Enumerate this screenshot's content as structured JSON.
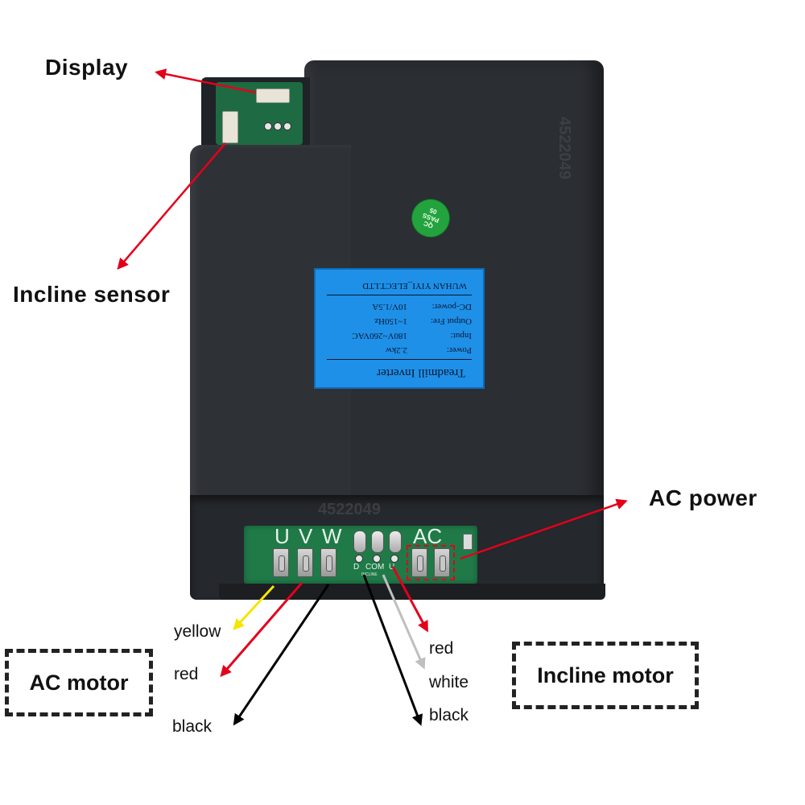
{
  "callouts": {
    "display": "Display",
    "incline_sensor": "Incline  sensor",
    "ac_power": "AC  power"
  },
  "device": {
    "serial_top": "4522049",
    "serial_bottom": "4522049",
    "sticker": [
      "QC",
      "PASS",
      "05"
    ],
    "label": {
      "title": "Treadmill Inverter",
      "rows": [
        {
          "key": "Power:",
          "value": "2.2kw"
        },
        {
          "key": "Input:",
          "value": "180V~260VAC"
        },
        {
          "key": "Output Fre:",
          "value": "1~150Hz"
        },
        {
          "key": "DC-power:",
          "value": "10V/1.5A"
        }
      ],
      "maker": "WUHAN YIYI_ELECT.LTD"
    },
    "pcb": {
      "motor_terminals": [
        "U",
        "V",
        "W"
      ],
      "incline_terminals": [
        "D",
        "COM",
        "U"
      ],
      "incline_tag": "INCLINE",
      "ac_label": "AC"
    }
  },
  "ac_motor": {
    "title": "AC  motor",
    "wires": [
      "yellow",
      "red",
      "black"
    ]
  },
  "incline_motor": {
    "title": "Incline  motor",
    "wires": [
      "red",
      "white",
      "black"
    ]
  },
  "colors": {
    "arrow_red": "#e3001b",
    "arrow_yellow": "#f5e600",
    "arrow_white": "#bfbfbf",
    "arrow_black": "#000000",
    "label_blue": "#1e90e8",
    "sticker_green": "#23a33e"
  }
}
